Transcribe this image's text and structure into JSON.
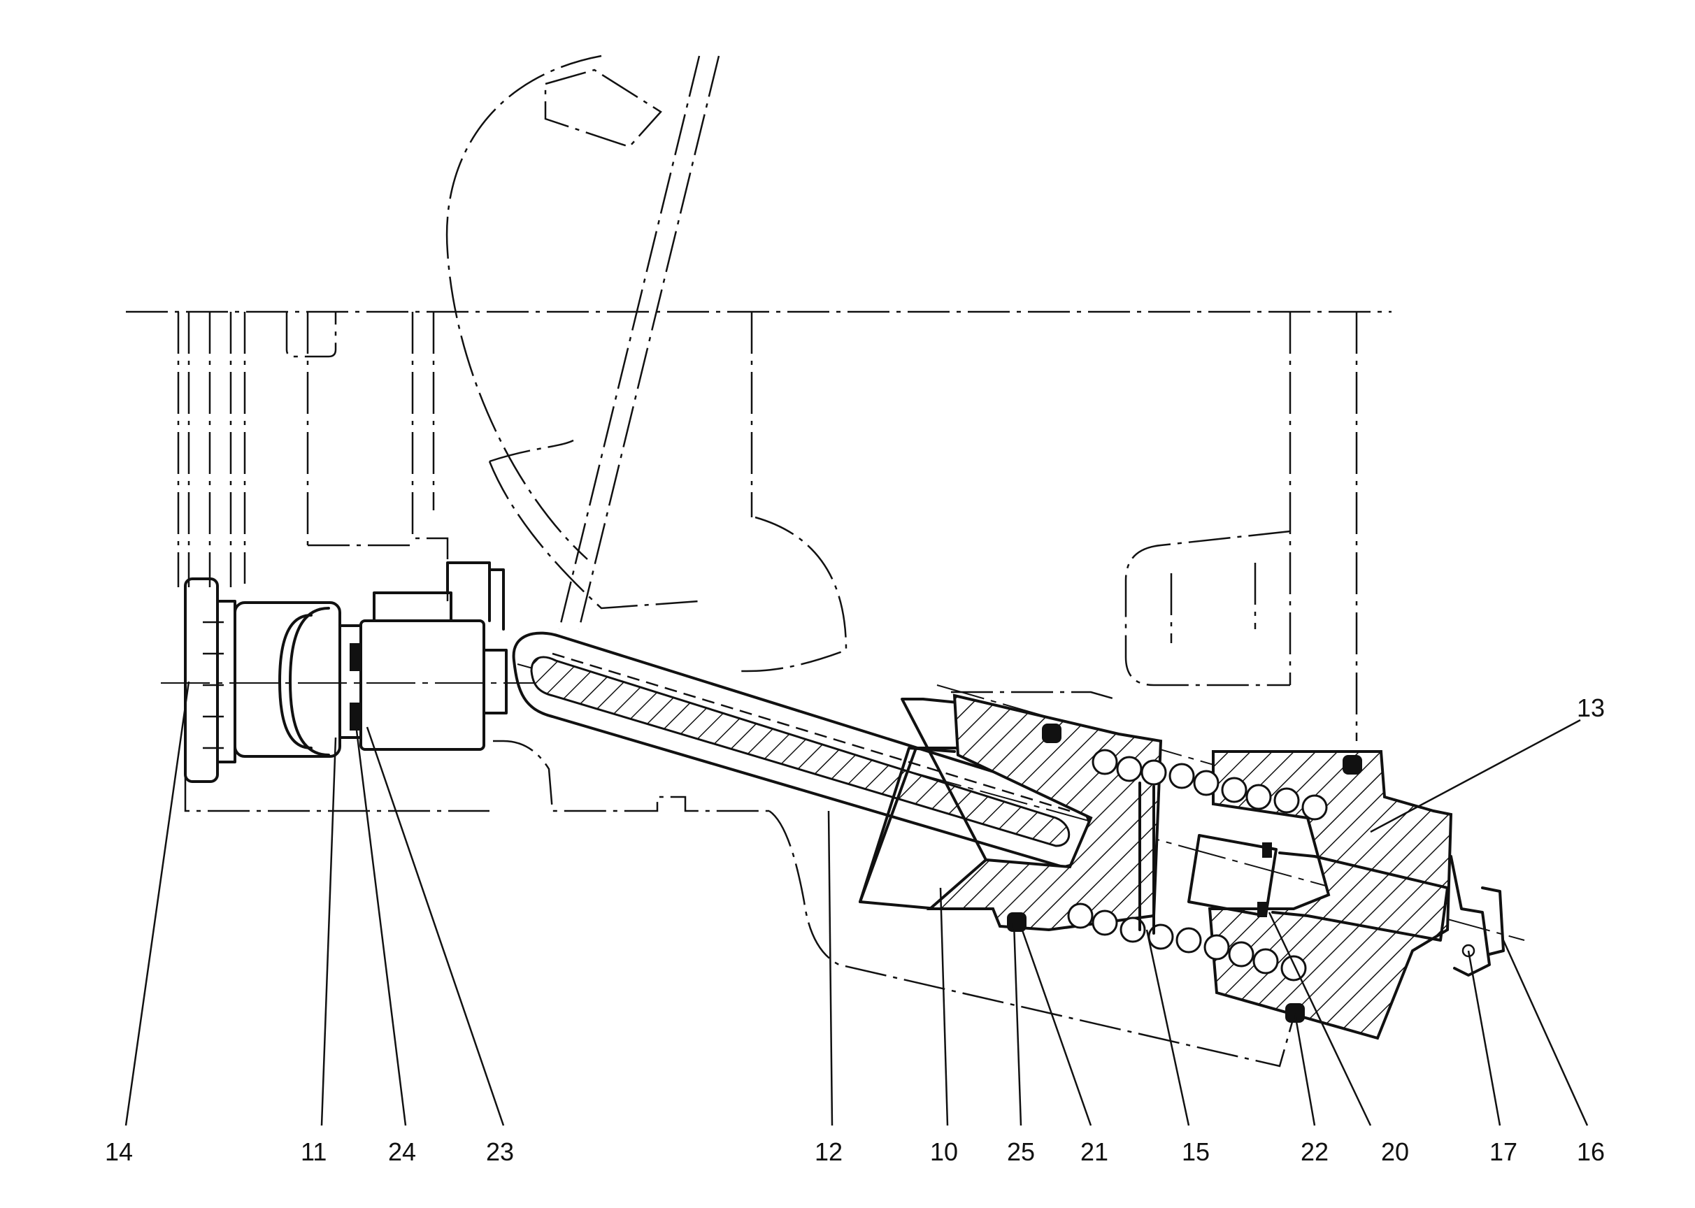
{
  "figure": {
    "labels": [
      {
        "id": "14",
        "text": "14"
      },
      {
        "id": "11",
        "text": "11"
      },
      {
        "id": "24",
        "text": "24"
      },
      {
        "id": "23",
        "text": "23"
      },
      {
        "id": "12",
        "text": "12"
      },
      {
        "id": "10",
        "text": "10"
      },
      {
        "id": "25",
        "text": "25"
      },
      {
        "id": "21",
        "text": "21"
      },
      {
        "id": "15",
        "text": "15"
      },
      {
        "id": "22",
        "text": "22"
      },
      {
        "id": "20",
        "text": "20"
      },
      {
        "id": "17",
        "text": "17"
      },
      {
        "id": "16",
        "text": "16"
      },
      {
        "id": "13",
        "text": "13"
      }
    ]
  },
  "colors": {
    "ink": "#111111",
    "background": "#ffffff"
  }
}
